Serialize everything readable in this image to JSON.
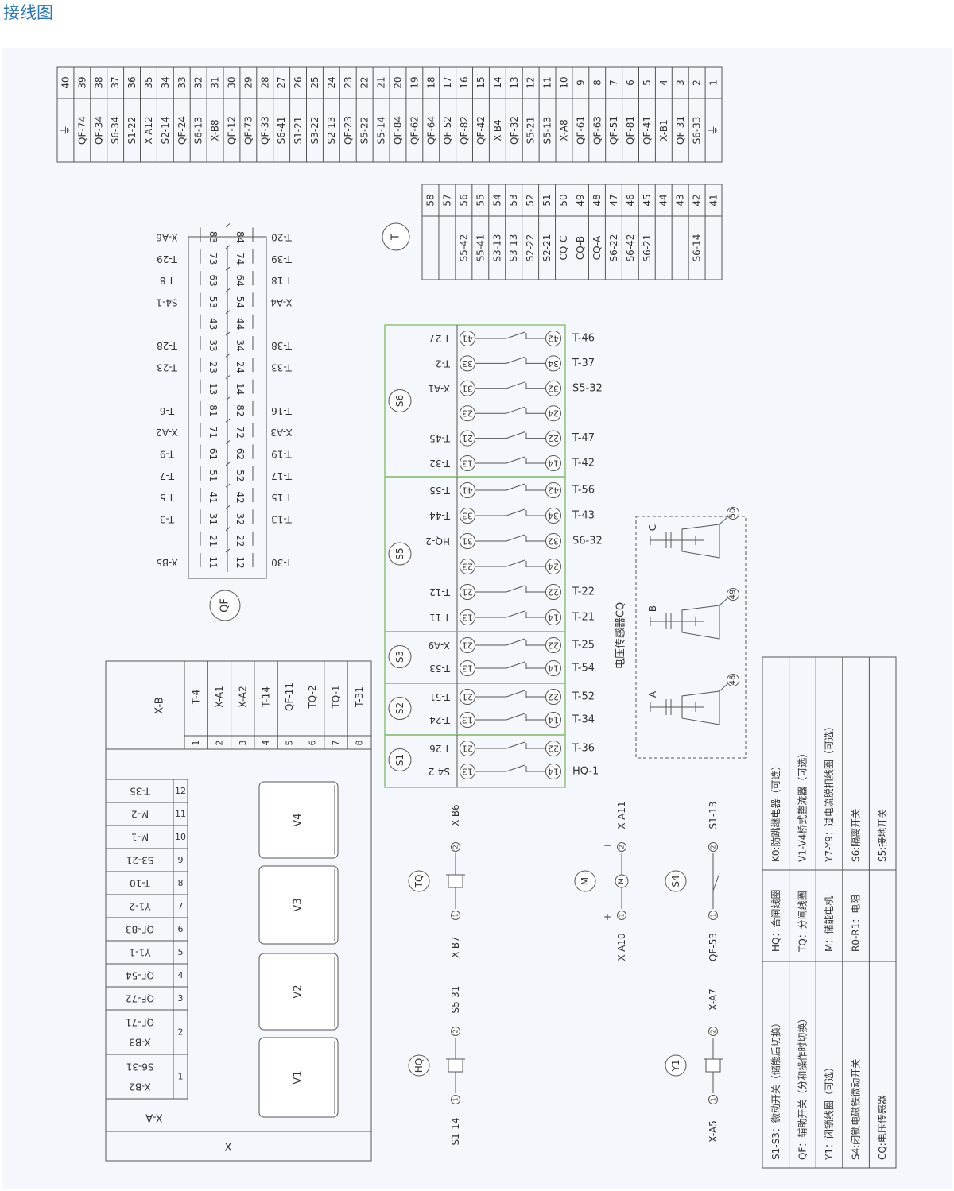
{
  "page": {
    "title": "接线图"
  },
  "top_terminal": {
    "numbers": [
      "40",
      "39",
      "38",
      "37",
      "36",
      "35",
      "34",
      "33",
      "32",
      "31",
      "30",
      "29",
      "28",
      "27",
      "26",
      "25",
      "24",
      "23",
      "22",
      "21",
      "20",
      "19",
      "18",
      "17",
      "16",
      "15",
      "14",
      "13",
      "12",
      "11",
      "10",
      "9",
      "8",
      "7",
      "6",
      "5",
      "4",
      "3",
      "2",
      "1"
    ],
    "labels": [
      "⏚",
      "QF-74",
      "QF-34",
      "S6-34",
      "S1-22",
      "X-A12",
      "S2-14",
      "QF-24",
      "S6-13",
      "X-B8",
      "QF-12",
      "QF-73",
      "QF-33",
      "S6-41",
      "S1-21",
      "S3-22",
      "S2-13",
      "QF-23",
      "S5-22",
      "S5-14",
      "QF-84",
      "QF-62",
      "QF-64",
      "QF-52",
      "QF-82",
      "QF-42",
      "X-B4",
      "QF-32",
      "S5-21",
      "S5-13",
      "X-A8",
      "QF-61",
      "QF-63",
      "QF-51",
      "QF-81",
      "QF-41",
      "X-B1",
      "QF-31",
      "S6-33",
      "⏚"
    ]
  },
  "t_terminal": {
    "symbol": "T",
    "numbers": [
      "58",
      "57",
      "56",
      "55",
      "54",
      "53",
      "52",
      "51",
      "50",
      "49",
      "48",
      "47",
      "46",
      "45",
      "44",
      "43",
      "42",
      "41"
    ],
    "labels": [
      "",
      "",
      "S5-42",
      "S5-41",
      "S3-13",
      "S3-13",
      "S2-22",
      "S2-21",
      "CQ-C",
      "CQ-B",
      "CQ-A",
      "S6-22",
      "S6-42",
      "S6-21",
      "",
      "",
      "S6-14",
      ""
    ]
  },
  "qf": {
    "symbol": "QF",
    "pairs": [
      [
        "11",
        "12"
      ],
      [
        "21",
        "22"
      ],
      [
        "31",
        "32"
      ],
      [
        "41",
        "42"
      ],
      [
        "51",
        "52"
      ],
      [
        "61",
        "62"
      ],
      [
        "71",
        "72"
      ],
      [
        "81",
        "82"
      ],
      [
        "13",
        "14"
      ],
      [
        "23",
        "24"
      ],
      [
        "33",
        "34"
      ],
      [
        "43",
        "44"
      ],
      [
        "53",
        "54"
      ],
      [
        "63",
        "64"
      ],
      [
        "73",
        "74"
      ],
      [
        "83",
        "84"
      ]
    ],
    "left_labels": [
      {
        "i": 0,
        "t": "X-B5"
      },
      {
        "i": 2,
        "t": "T-3"
      },
      {
        "i": 3,
        "t": "T-5"
      },
      {
        "i": 4,
        "t": "T-7"
      },
      {
        "i": 5,
        "t": "T-9"
      },
      {
        "i": 6,
        "t": "X-A2"
      },
      {
        "i": 7,
        "t": "T-6"
      },
      {
        "i": 9,
        "t": "T-23"
      },
      {
        "i": 10,
        "t": "T-28"
      },
      {
        "i": 12,
        "t": "S4-1"
      },
      {
        "i": 13,
        "t": "T-8"
      },
      {
        "i": 14,
        "t": "T-29"
      },
      {
        "i": 15,
        "t": "X-A6"
      }
    ],
    "right_labels": [
      {
        "i": 0,
        "t": "T-30"
      },
      {
        "i": 2,
        "t": "T-13"
      },
      {
        "i": 3,
        "t": "T-15"
      },
      {
        "i": 4,
        "t": "T-17"
      },
      {
        "i": 5,
        "t": "T-19"
      },
      {
        "i": 6,
        "t": "X-A3"
      },
      {
        "i": 7,
        "t": "T-16"
      },
      {
        "i": 9,
        "t": "T-33"
      },
      {
        "i": 10,
        "t": "T-38"
      },
      {
        "i": 12,
        "t": "X-A4"
      },
      {
        "i": 13,
        "t": "T-18"
      },
      {
        "i": 14,
        "t": "T-39"
      },
      {
        "i": 15,
        "t": "T-20"
      }
    ]
  },
  "switches": [
    {
      "name": "S6",
      "rows": [
        {
          "a": "41",
          "b": "42",
          "l": "T-27",
          "r": "T-46"
        },
        {
          "a": "33",
          "b": "34",
          "l": "T-2",
          "r": "T-37"
        },
        {
          "a": "31",
          "b": "32",
          "l": "X-A1",
          "r": "S5-32"
        },
        {
          "a": "23",
          "b": "24",
          "l": "",
          "r": ""
        },
        {
          "a": "21",
          "b": "22",
          "l": "T-45",
          "r": "T-47"
        },
        {
          "a": "13",
          "b": "14",
          "l": "T-32",
          "r": "T-42"
        }
      ]
    },
    {
      "name": "S5",
      "rows": [
        {
          "a": "41",
          "b": "42",
          "l": "T-55",
          "r": "T-56"
        },
        {
          "a": "33",
          "b": "34",
          "l": "T-44",
          "r": "T-43"
        },
        {
          "a": "31",
          "b": "32",
          "l": "HQ-2",
          "r": "S6-32"
        },
        {
          "a": "23",
          "b": "24",
          "l": "",
          "r": ""
        },
        {
          "a": "21",
          "b": "22",
          "l": "T-12",
          "r": "T-22"
        },
        {
          "a": "13",
          "b": "14",
          "l": "T-11",
          "r": "T-21"
        }
      ]
    },
    {
      "name": "S3",
      "rows": [
        {
          "a": "21",
          "b": "22",
          "l": "X-A9",
          "r": "T-25"
        },
        {
          "a": "13",
          "b": "14",
          "l": "T-53",
          "r": "T-54"
        }
      ]
    },
    {
      "name": "S2",
      "rows": [
        {
          "a": "21",
          "b": "22",
          "l": "T-51",
          "r": "T-52"
        },
        {
          "a": "13",
          "b": "14",
          "l": "T-24",
          "r": "T-34"
        }
      ]
    },
    {
      "name": "S1",
      "rows": [
        {
          "a": "21",
          "b": "22",
          "l": "T-26",
          "r": "T-36"
        },
        {
          "a": "13",
          "b": "14",
          "l": "S4-2",
          "r": "HQ-1"
        }
      ]
    }
  ],
  "cq": {
    "label": "电压传感器CQ",
    "phases": [
      {
        "p": "A",
        "n": "48"
      },
      {
        "p": "B",
        "n": "49"
      },
      {
        "p": "C",
        "n": "50"
      }
    ]
  },
  "xb": {
    "title": "X-B",
    "numbers": [
      "1",
      "2",
      "3",
      "4",
      "5",
      "6",
      "7",
      "8"
    ],
    "labels": [
      "T-4",
      "X-A1",
      "X-A2",
      "T-14",
      "QF-11",
      "TQ-2",
      "TQ-1",
      "T-31"
    ]
  },
  "xa": {
    "title": "X-A",
    "bottom": "X",
    "rows": [
      {
        "n": "12",
        "a": "T-35",
        "b": ""
      },
      {
        "n": "11",
        "a": "M-2",
        "b": ""
      },
      {
        "n": "10",
        "a": "M-1",
        "b": ""
      },
      {
        "n": "9",
        "a": "S3-21",
        "b": ""
      },
      {
        "n": "8",
        "a": "T-10",
        "b": ""
      },
      {
        "n": "7",
        "a": "Y1-2",
        "b": ""
      },
      {
        "n": "6",
        "a": "QF-83",
        "b": ""
      },
      {
        "n": "5",
        "a": "Y1-1",
        "b": ""
      },
      {
        "n": "4",
        "a": "QF-54",
        "b": ""
      },
      {
        "n": "3",
        "a": "QF-72",
        "b": ""
      },
      {
        "n": "2",
        "a": "X-B3",
        "b": "QF-71"
      },
      {
        "n": "1",
        "a": "X-B2",
        "b": "S6-31"
      }
    ],
    "bridges": [
      "V4",
      "V3",
      "V2",
      "V1"
    ]
  },
  "devices": [
    {
      "name": "TQ",
      "kind": "coil",
      "left": "X-B7",
      "right": "X-B6"
    },
    {
      "name": "M",
      "kind": "motor",
      "left": "X-A10",
      "right": "X-A11"
    },
    {
      "name": "S4",
      "kind": "switch",
      "left": "QF-53",
      "right": "S1-13"
    },
    {
      "name": "HQ",
      "kind": "coil",
      "left": "S1-14",
      "right": "S5-31"
    },
    {
      "name": "Y1",
      "kind": "coil",
      "left": "X-A5",
      "right": "X-A7"
    }
  ],
  "legend": {
    "col1": [
      "S1-S3：微动开关（储能后切换）",
      "QF：辅助开关（分和操作时切换）",
      "Y1：闭锁线圈（可选）",
      "S4:闭锁电磁铁微动开关",
      "CQ:电压传感器"
    ],
    "col2": [
      "HQ：合闸线圈",
      "TQ：分闸线圈",
      "M：储能电机",
      "R0-R1：电阻",
      ""
    ],
    "col3": [
      "K0:防跳继电器（可选）",
      "V1-V4桥式整流器（可选）",
      "Y7-Y9：过电流脱扣线圈（可选）",
      "S6:隔离开关",
      "S5:接地开关"
    ]
  }
}
